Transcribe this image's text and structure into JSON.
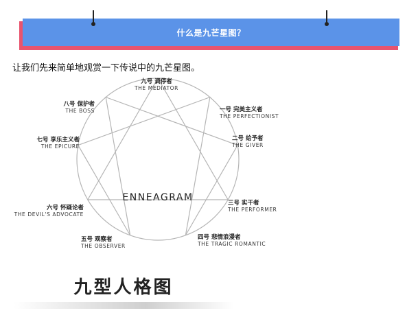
{
  "header": {
    "title": "什么是九芒星图？"
  },
  "intro": {
    "text": "让我们先来简单地观赏一下传说中的九芒星图。"
  },
  "diagram": {
    "center_label": "ENNEAGRAM",
    "types": [
      {
        "zh": "九号 调停者",
        "en": "THE MEDIATOR"
      },
      {
        "zh": "一号 完美主义者",
        "en": "THE PERFECTIONIST"
      },
      {
        "zh": "二号 给予者",
        "en": "THE GIVER"
      },
      {
        "zh": "三号 实干者",
        "en": "THE PERFORMER"
      },
      {
        "zh": "四号 悲情浪漫者",
        "en": "THE TRAGIC ROMANTIC"
      },
      {
        "zh": "五号 观察者",
        "en": "THE OBSERVER"
      },
      {
        "zh": "六号 怀疑论者",
        "en": "THE DEVIL'S ADVOCATE"
      },
      {
        "zh": "七号 享乐主义者",
        "en": "THE EPICURE"
      },
      {
        "zh": "八号 保护者",
        "en": "THE BOSS"
      }
    ],
    "line_color": "#b5b5b5"
  },
  "caption": {
    "text": "九型人格图"
  }
}
